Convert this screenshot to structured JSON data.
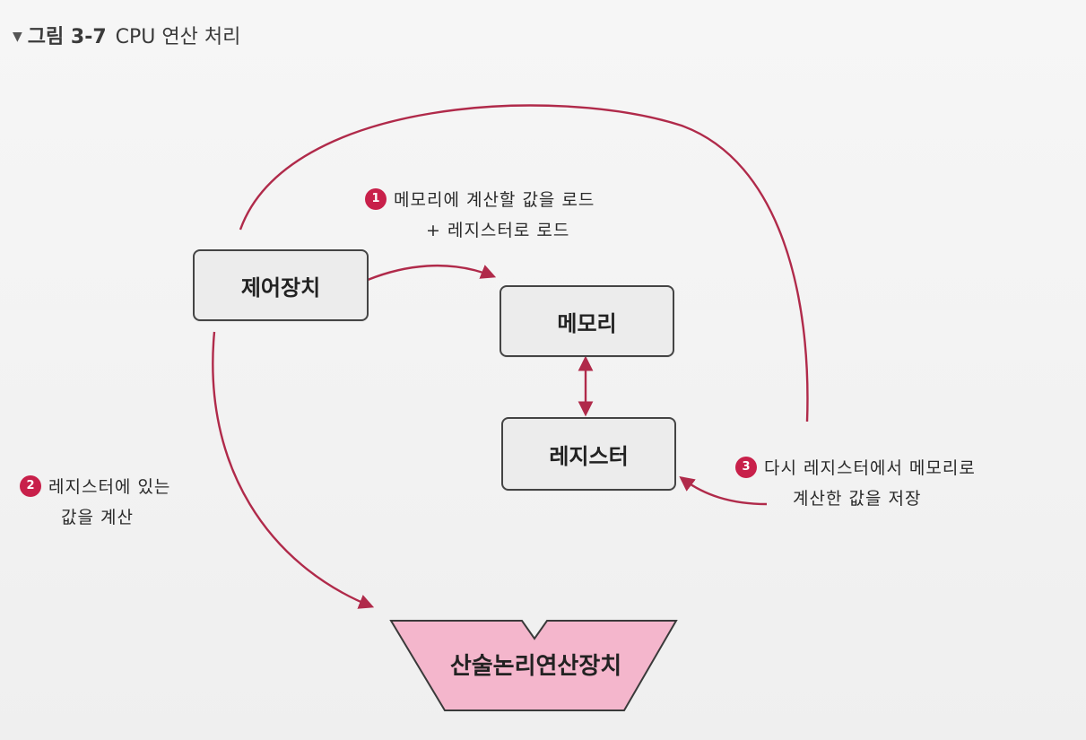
{
  "figure": {
    "marker": "▼",
    "number": "그림 3-7",
    "title": "CPU 연산 처리"
  },
  "boxes": {
    "control_unit": "제어장치",
    "memory": "메모리",
    "register": "레지스터",
    "alu": "산술논리연산장치"
  },
  "steps": [
    {
      "badge": "1",
      "line1": "메모리에 계산할 값을 로드",
      "line2": "+ 레지스터로 로드"
    },
    {
      "badge": "2",
      "line1": "레지스터에 있는",
      "line2": "값을 계산"
    },
    {
      "badge": "3",
      "line1": "다시 레지스터에서 메모리로",
      "line2": "계산한 값을 저장"
    }
  ],
  "colors": {
    "arrow": "#b02a4a",
    "badge": "#c8204a",
    "alu_fill": "#f4b6cc",
    "box_fill": "#ececec"
  }
}
